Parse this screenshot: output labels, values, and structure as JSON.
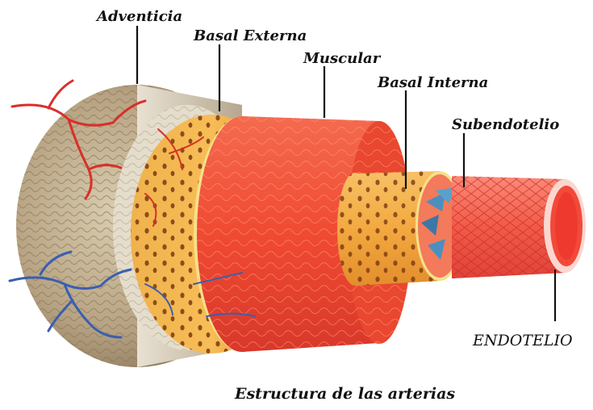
{
  "labels": {
    "adventicia": "Adventicia",
    "basal_externa": "Basal Externa",
    "muscular": "Muscular",
    "basal_interna": "Basal Interna",
    "subendotelio": "Subendotelio",
    "endotelio": "ENDOTELIO"
  },
  "caption": "Estructura de las arterias",
  "colors": {
    "adventicia": "#b9a98c",
    "basal_externa": "#f2a43a",
    "muscular": "#f04c37",
    "basal_interna": "#f2b04a",
    "subendotelio": "#f0604a",
    "endotelio": "#f25a48",
    "artery_vessel": "#d8302a",
    "vein_vessel": "#3a5fb0"
  }
}
